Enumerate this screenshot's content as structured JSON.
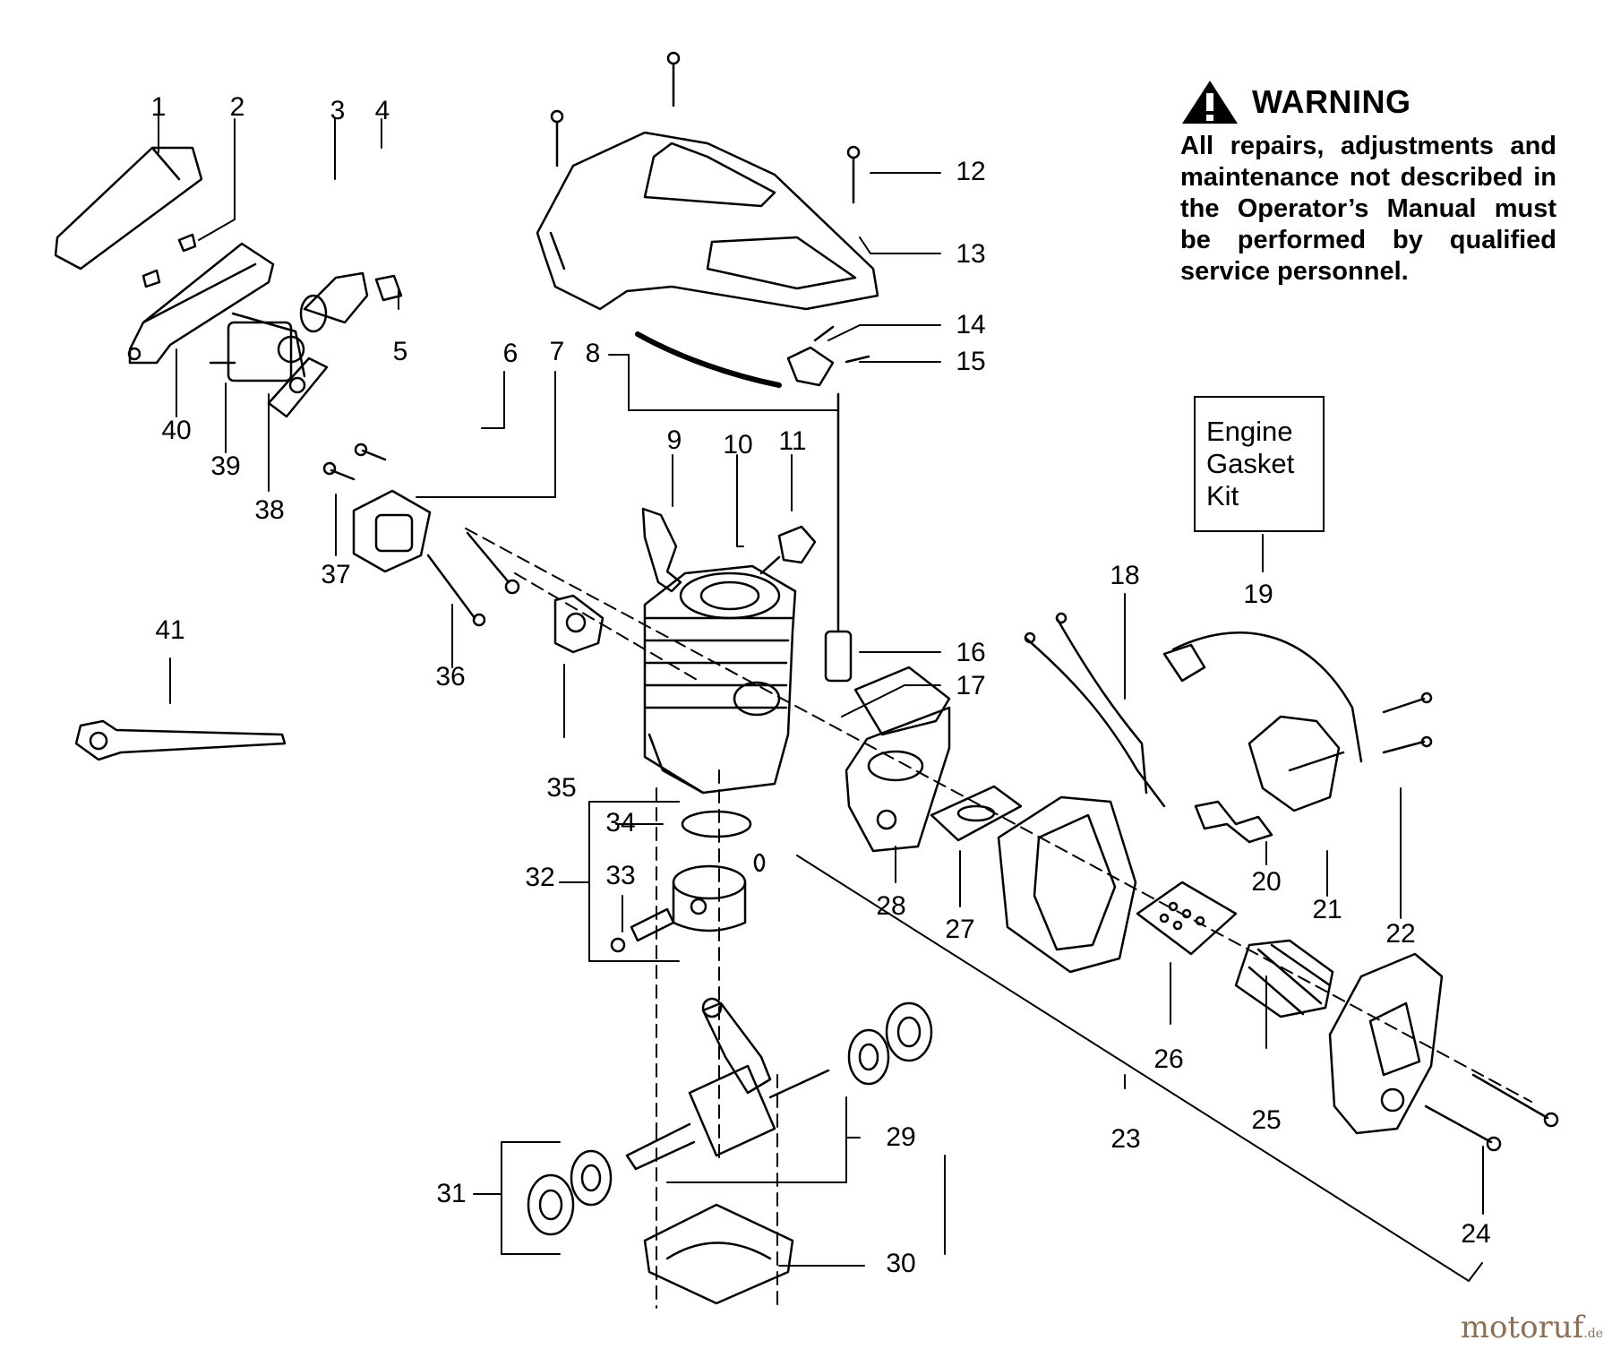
{
  "warning": {
    "title": "WARNING",
    "text": "All repairs, adjustments and maintenance not described in the Operator’s Manual must be performed by qualified service personnel."
  },
  "kit": {
    "lines": [
      "Engine",
      "Gasket",
      "Kit"
    ]
  },
  "part_numbers": [
    "1",
    "2",
    "3",
    "4",
    "5",
    "6",
    "7",
    "8",
    "9",
    "10",
    "11",
    "12",
    "13",
    "14",
    "15",
    "16",
    "17",
    "18",
    "19",
    "20",
    "21",
    "22",
    "23",
    "24",
    "25",
    "26",
    "27",
    "28",
    "29",
    "30",
    "31",
    "32",
    "33",
    "34",
    "35",
    "36",
    "37",
    "38",
    "39",
    "40",
    "41"
  ],
  "watermark": {
    "text": "motoruf",
    "suffix": ".de"
  },
  "colors": {
    "line": "#000000",
    "background": "#ffffff",
    "watermark": "#8c6f55"
  }
}
